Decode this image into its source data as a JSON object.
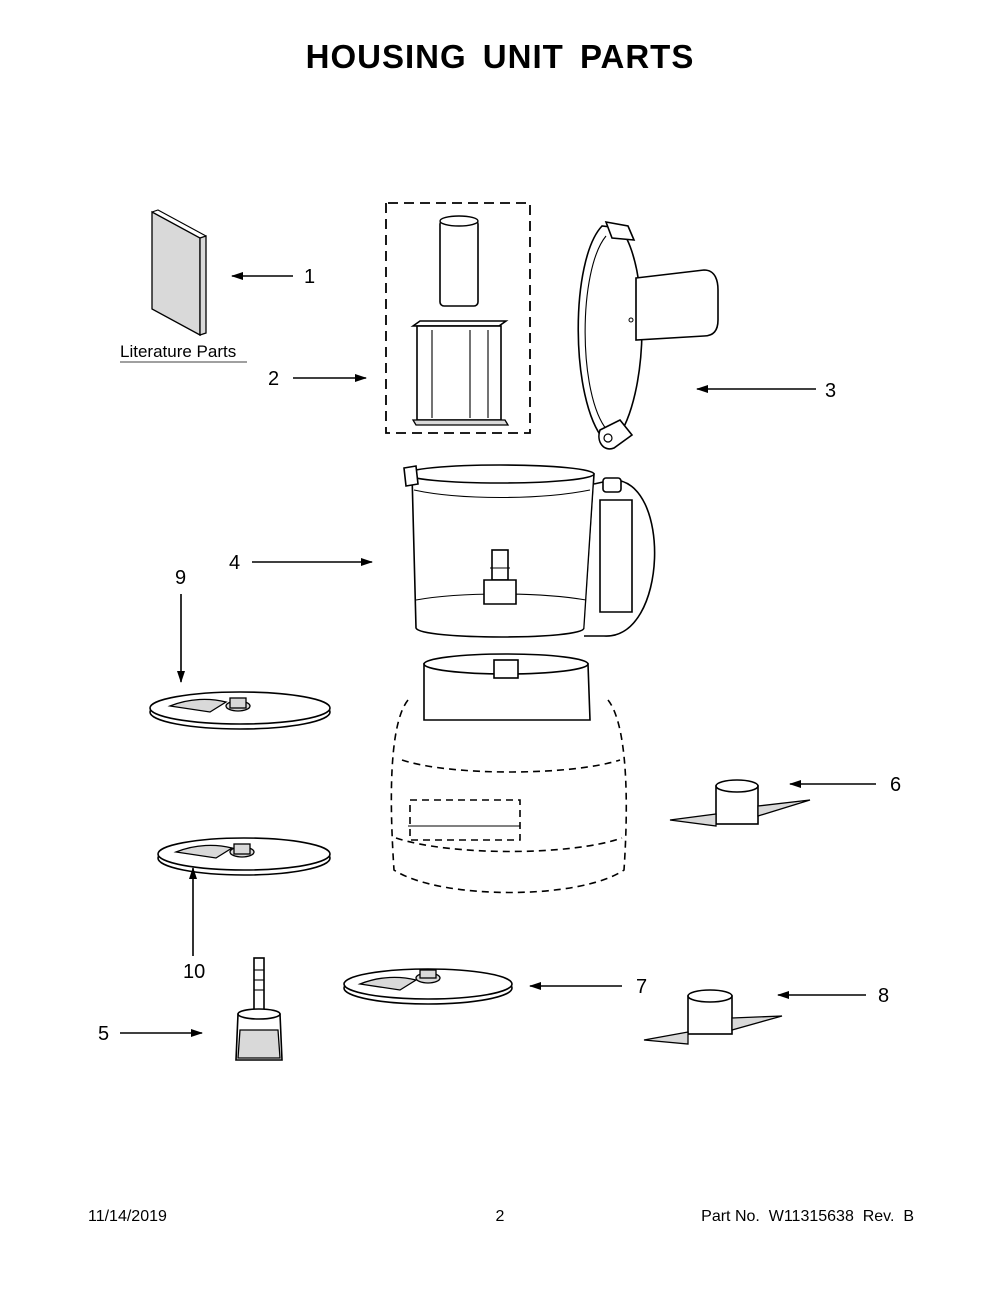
{
  "title": "HOUSING UNIT PARTS",
  "literature_label": "Literature Parts",
  "callouts": {
    "c1": "1",
    "c2": "2",
    "c3": "3",
    "c4": "4",
    "c5": "5",
    "c6": "6",
    "c7": "7",
    "c8": "8",
    "c9": "9",
    "c10": "10"
  },
  "footer": {
    "date": "11/14/2019",
    "page": "2",
    "part": "Part No.  W11315638  Rev.  B"
  }
}
